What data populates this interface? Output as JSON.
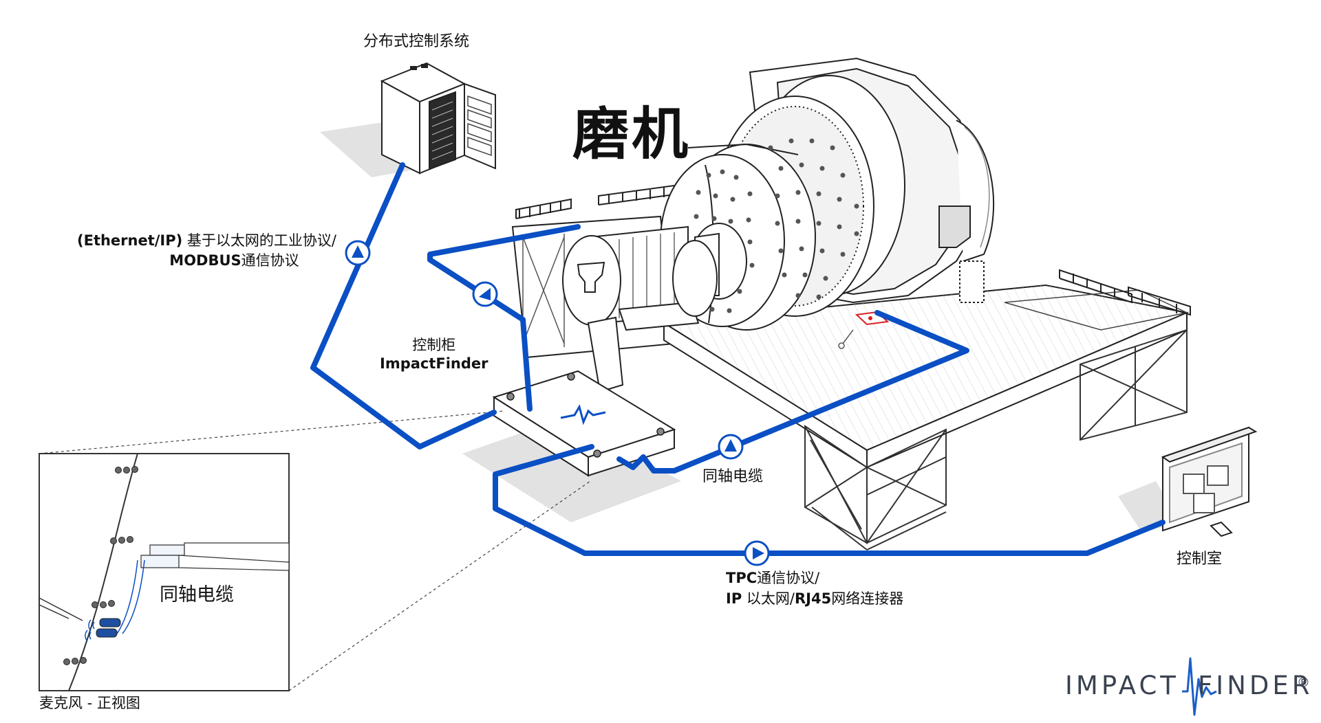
{
  "title": "磨机",
  "labels": {
    "dcs": "分布式控制系统",
    "ethernet_line1_bold": "(Ethernet/IP)",
    "ethernet_line1_rest": " 基于以太网的工业协议/",
    "ethernet_line2_bold": "MODBUS",
    "ethernet_line2_rest": "通信协议",
    "cabinet_line1": "控制柜",
    "cabinet_line2": "ImpactFinder",
    "coax_main": "同轴电缆",
    "tpc_line1_bold": "TPC",
    "tpc_line1_rest": "通信协议/",
    "tpc_line2_bold_a": "IP",
    "tpc_line2_mid": " 以太网/",
    "tpc_line2_bold_b": "RJ45",
    "tpc_line2_rest": "网络连接器",
    "control_room": "控制室",
    "coax_inset": "同轴电缆",
    "mic_view": "麦克风 - 正视图"
  },
  "logo": {
    "left": "IMPACT",
    "right": "FINDER",
    "reg": "®"
  },
  "colors": {
    "cable": "#0a4fc4",
    "arrow_fill": "#0a4fc4",
    "sensor": "#d92020",
    "line": "#222222",
    "shadow": "#dcdcdc",
    "logo_wave": "#1a5fc8",
    "logo_text": "#3a4250"
  },
  "icons": [
    "flow-arrow-icon",
    "server-rack-icon",
    "monitor-icon",
    "microphone-icon",
    "waveform-icon",
    "sensor-icon"
  ]
}
